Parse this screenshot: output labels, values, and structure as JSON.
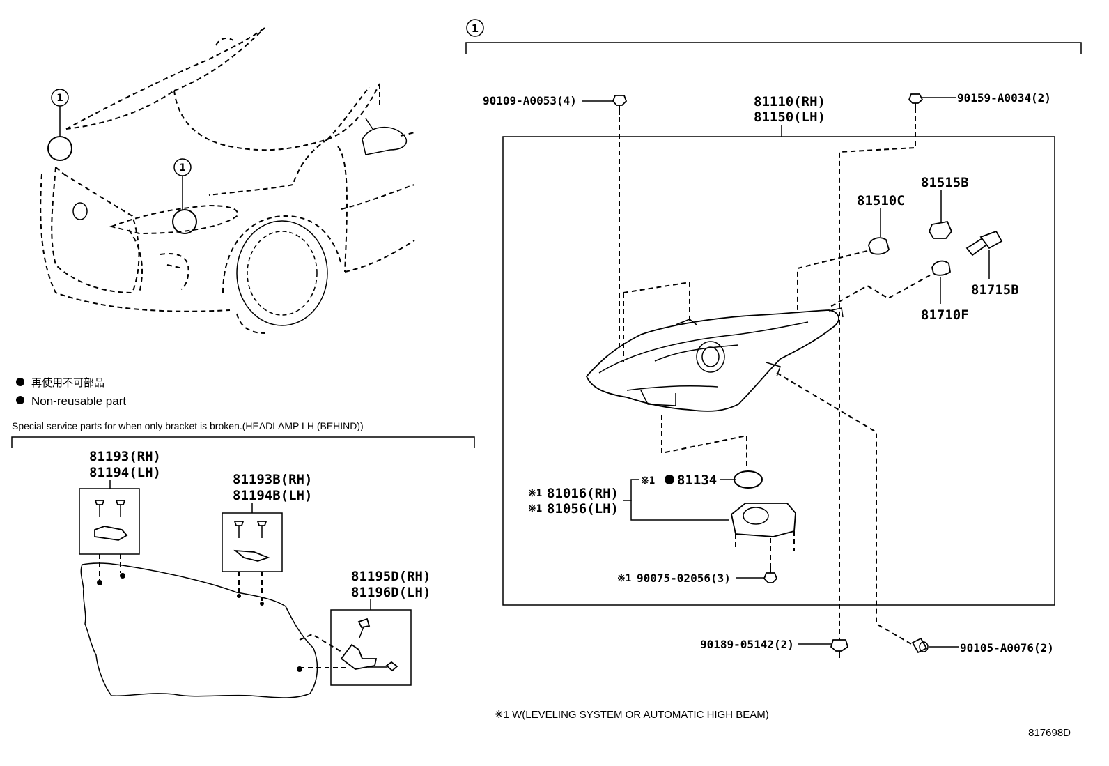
{
  "callout_main": "1",
  "callout_car_upper": "1",
  "callout_car_lower": "1",
  "legend": {
    "jp": "再使用不可部品",
    "en": "Non-reusable part"
  },
  "special_note": "Special service parts for when only bracket is broken.(HEADLAMP LH (BEHIND))",
  "parts": {
    "screw_left": "90109-A0053(4)",
    "screw_right": "90159-A0034(2)",
    "housing_rh": "81110(RH)",
    "housing_lh": "81150(LH)",
    "bulb_81510c": "81510C",
    "socket_81515b": "81515B",
    "bulb_81715b": "81715B",
    "bulb_81710f": "81710F",
    "gasket": "81134",
    "gasket_prefix": "※1",
    "computer_rh": "81016(RH)",
    "computer_lh": "81056(LH)",
    "computer_prefix": "※1",
    "screw_computer": "90075-02056(3)",
    "screw_computer_prefix": "※1",
    "nut_bottom": "90189-05142(2)",
    "screw_bottom_right": "90105-A0076(2)"
  },
  "bracket_parts": {
    "b1_rh": "81193(RH)",
    "b1_lh": "81194(LH)",
    "b2_rh": "81193B(RH)",
    "b2_lh": "81194B(LH)",
    "b3_rh": "81195D(RH)",
    "b3_lh": "81196D(LH)"
  },
  "footnote": "※1 W(LEVELING SYSTEM OR AUTOMATIC HIGH BEAM)",
  "diagram_id": "817698D"
}
